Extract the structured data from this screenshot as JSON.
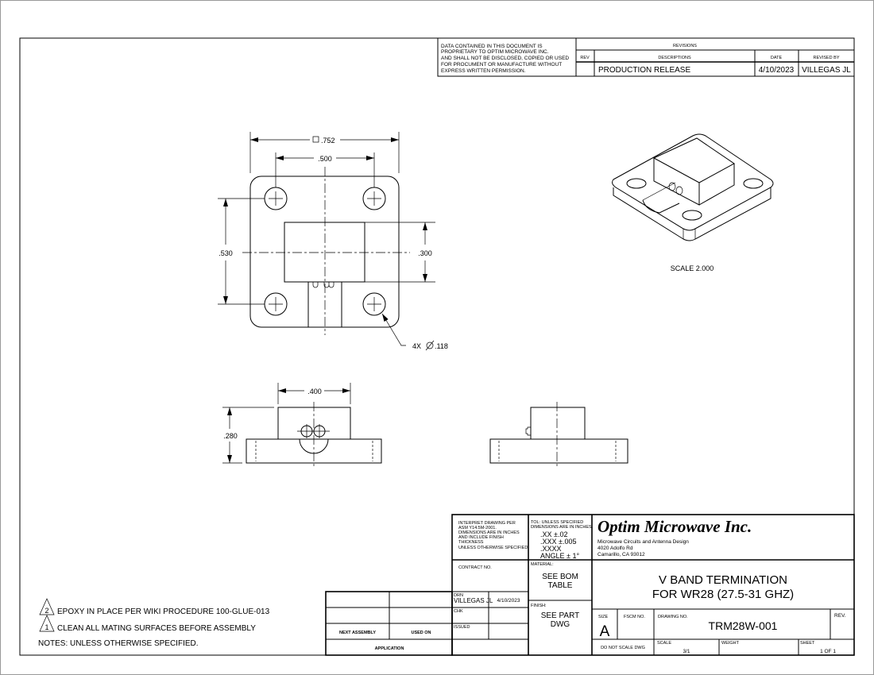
{
  "revision_block": {
    "proprietary": [
      "DATA CONTAINED IN THIS DOCUMENT IS",
      "PROPRIETARY TO OPTIM MICROWAVE INC.",
      "AND SHALL NOT BE DISCLOSED, COPIED OR USED",
      "FOR PROCUMENT OR MANUFACTURE WITHOUT",
      "EXPRESS WRITTEN PERMISSION."
    ],
    "title": "REVISIONS",
    "headers": {
      "rev": "REV",
      "descriptions": "DESCRIPTIONS",
      "date": "DATE",
      "revised_by": "REVISED BY"
    },
    "rows": [
      {
        "rev": "",
        "description": "PRODUCTION RELEASE",
        "date": "4/10/2023",
        "revised_by": "VILLEGAS JL"
      }
    ]
  },
  "dimensions": {
    "overall": ".752",
    "hole_spacing_x": ".500",
    "hole_spacing_y": ".530",
    "block_depth": ".300",
    "holes": "4X",
    "hole_dia": ".118",
    "block_width": ".400",
    "height": ".280"
  },
  "iso_view": {
    "scale_label": "SCALE  2.000"
  },
  "notes": {
    "header": "NOTES: UNLESS OTHERWISE SPECIFIED.",
    "items": [
      {
        "num": "1",
        "text": "CLEAN ALL MATING SURFACES BEFORE ASSEMBLY"
      },
      {
        "num": "2",
        "text": "EPOXY IN PLACE PER WIKI PROCEDURE 100-GLUE-013"
      }
    ]
  },
  "application_block": {
    "next_assembly": "NEXT ASSEMBLY",
    "used_on": "USED ON",
    "application": "APPLICATION"
  },
  "title_block": {
    "interpret": [
      "INTERPRET DRAWING PER",
      "ASM Y14.5M-2001.",
      "DIMENSIONS ARE IN INCHES",
      "AND INCLUDE FINISH",
      "THICKNESS",
      "UNLESS OTHERWISE SPECIFIED."
    ],
    "tolerance": {
      "header1": "TOL: UNLESS SPECIFIED",
      "header2": "DIMENSIONS ARE IN INCHES.",
      "xx": ".XX  ±.02",
      "xxx": ".XXX  ±.005",
      "xxxx": ".XXXX",
      "angle": "ANGLE ± 1°"
    },
    "company": "Optim Microwave Inc.",
    "company_sub": [
      "Microwave Circuits and Antenna Design",
      "4020 Adolfo Rd",
      "Camarillo, CA 93012"
    ],
    "contract_label": "CONTRACT NO.",
    "material_label": "MATERIAL:",
    "material": [
      "SEE BOM",
      "TABLE"
    ],
    "finish_label": "FINISH:",
    "finish": [
      "SEE PART",
      "DWG"
    ],
    "drn_label": "DRN",
    "drn_name": "VILLEGAS JL",
    "drn_date": "4/10/2023",
    "chk_label": "CHK",
    "issued_label": "ISSUED",
    "title": [
      "V BAND TERMINATION",
      "FOR WR28 (27.5-31 GHZ)"
    ],
    "size_label": "SIZE",
    "size": "A",
    "fscm_label": "FSCM NO.",
    "drawing_no_label": "DRAWING NO.",
    "drawing_no": "TRM28W-001",
    "rev_label": "REV.",
    "do_not_scale": "DO NOT SCALE DWG",
    "scale_label": "SCALE",
    "scale": "3/1",
    "weight_label": "WEIGHT",
    "sheet_label": "SHEET",
    "sheet": "1 OF 1"
  }
}
